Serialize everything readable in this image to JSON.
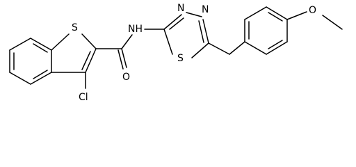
{
  "molecule": {
    "atoms": {
      "thiophene_s": "S",
      "chlorine": "Cl",
      "amide_nh": "NH",
      "carbonyl_o": "O",
      "thiadiazole_n1": "N",
      "thiadiazole_n2": "N",
      "thiadiazole_s": "S",
      "methoxy_o": "O"
    }
  }
}
